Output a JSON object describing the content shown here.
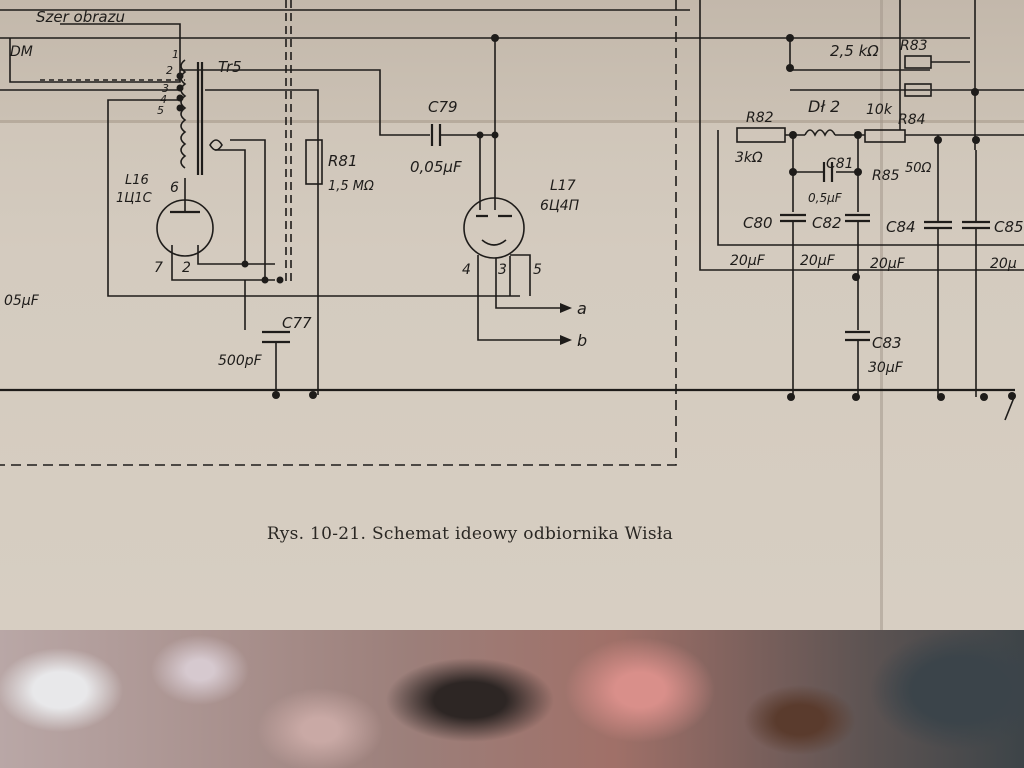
{
  "caption": "Rys. 10-21. Schemat ideowy odbiornika Wisła",
  "labels": {
    "szer_obrazu": "Szer obrazu",
    "dm": "DM",
    "tr5": "Tr5",
    "pin1": "1",
    "pin2": "2",
    "pin3": "3",
    "pin4": "4",
    "pin5": "5",
    "l16_name": "L16",
    "l16_type": "1Ц1С",
    "l16_pin6": "6",
    "l16_pin7": "7",
    "l16_pin2": "2",
    "r81": "R81",
    "r81_val": "1,5 MΩ",
    "c77": "C77",
    "c77_val": "500pF",
    "c79": "C79",
    "c79_val": "0,05μF",
    "l17_name": "L17",
    "l17_type": "6Ц4П",
    "l17_pin4": "4",
    "l17_pin3": "3",
    "l17_pin5": "5",
    "out_a": "a",
    "out_b": "b",
    "left_cap": "05μF",
    "r82": "R82",
    "r82_val": "3kΩ",
    "dl2": "Dł 2",
    "c81": "C81",
    "c81_val": "0,5μF",
    "r83": "R83",
    "r83_val": "2,5 kΩ",
    "r84": "R84",
    "r84_val": "10k",
    "r85": "R85",
    "r85_val": "50Ω",
    "c80": "C80",
    "c82": "C82",
    "c84": "C84",
    "c85": "C85",
    "c80_val": "20μF",
    "c82_val": "20μF",
    "c84_val": "20μF",
    "c85_val": "20μ",
    "c83": "C83",
    "c83_val": "30μF"
  }
}
